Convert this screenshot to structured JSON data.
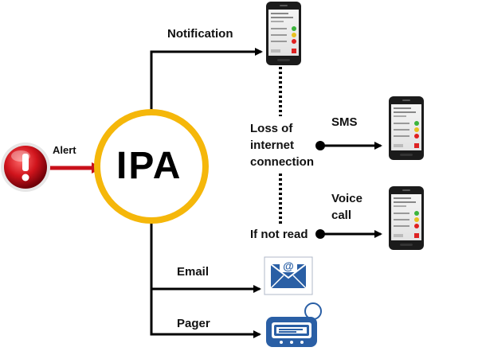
{
  "diagram": {
    "center": {
      "label": "IPA",
      "ring_color": "#f5b70a"
    },
    "source": {
      "label": "Alert",
      "icon": "alert-icon",
      "color": "#c8101a"
    },
    "branches": {
      "notification": {
        "label": "Notification",
        "icon": "smartphone-icon"
      },
      "loss_of_connection": {
        "label": "Loss of internet connection",
        "lines": [
          "Loss of",
          "internet",
          "connection"
        ]
      },
      "sms": {
        "label": "SMS",
        "icon": "smartphone-icon"
      },
      "if_not_read": {
        "label": "If not read"
      },
      "voice_call": {
        "label": "Voice call",
        "lines": [
          "Voice",
          "call"
        ],
        "icon": "smartphone-icon"
      },
      "email": {
        "label": "Email",
        "icon": "email-icon",
        "symbol": "@",
        "color": "#2a5fa5"
      },
      "pager": {
        "label": "Pager",
        "icon": "pager-icon",
        "color": "#2a5fa5"
      }
    }
  }
}
